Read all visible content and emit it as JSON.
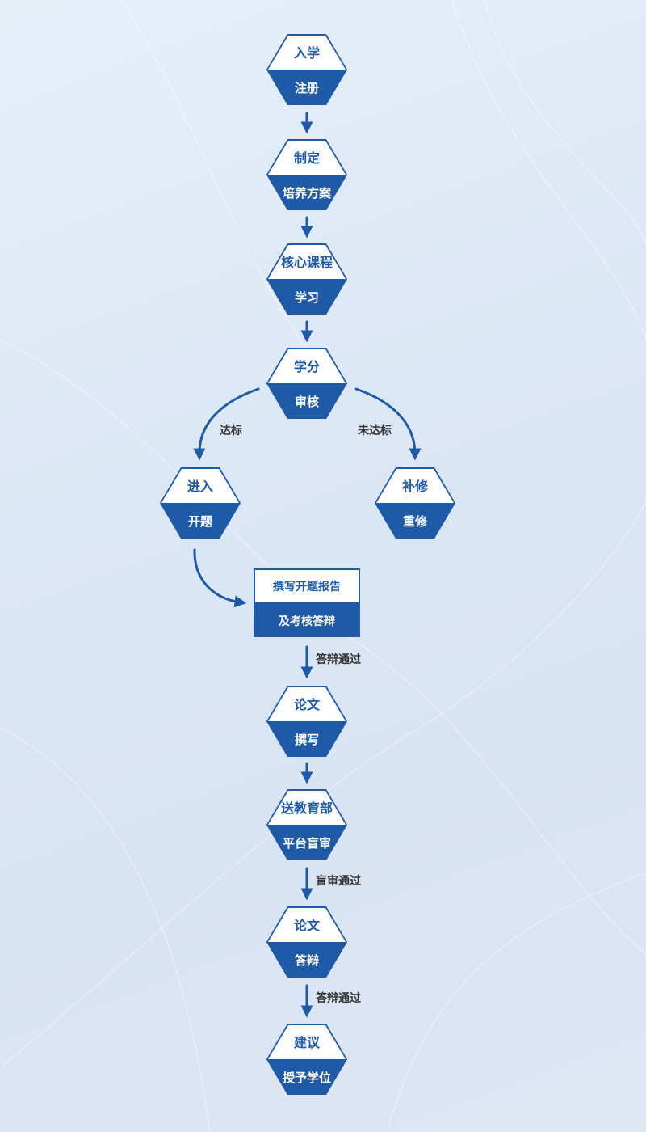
{
  "colors": {
    "primary": "#1f5aa6",
    "label": "#333333",
    "background": "#dce7f5"
  },
  "steps": {
    "s1": {
      "top": "入学",
      "bottom": "注册"
    },
    "s2": {
      "top": "制定",
      "bottom": "培养方案"
    },
    "s3": {
      "top": "核心课程",
      "bottom": "学习"
    },
    "s4": {
      "top": "学分",
      "bottom": "审核"
    },
    "pass": {
      "top": "进入",
      "bottom": "开题"
    },
    "fail": {
      "top": "补修",
      "bottom": "重修"
    },
    "report": {
      "top": "撰写开题报告",
      "bottom": "及考核答辩"
    },
    "s6": {
      "top": "论文",
      "bottom": "撰写"
    },
    "s7": {
      "top": "送教育部",
      "bottom": "平台盲审"
    },
    "s8": {
      "top": "论文",
      "bottom": "答辩"
    },
    "s9": {
      "top": "建议",
      "bottom": "授予学位"
    }
  },
  "edge_labels": {
    "pass": "达标",
    "fail": "未达标",
    "defense_pass_1": "答辩通过",
    "blind_review_pass": "盲审通过",
    "defense_pass_2": "答辩通过"
  }
}
